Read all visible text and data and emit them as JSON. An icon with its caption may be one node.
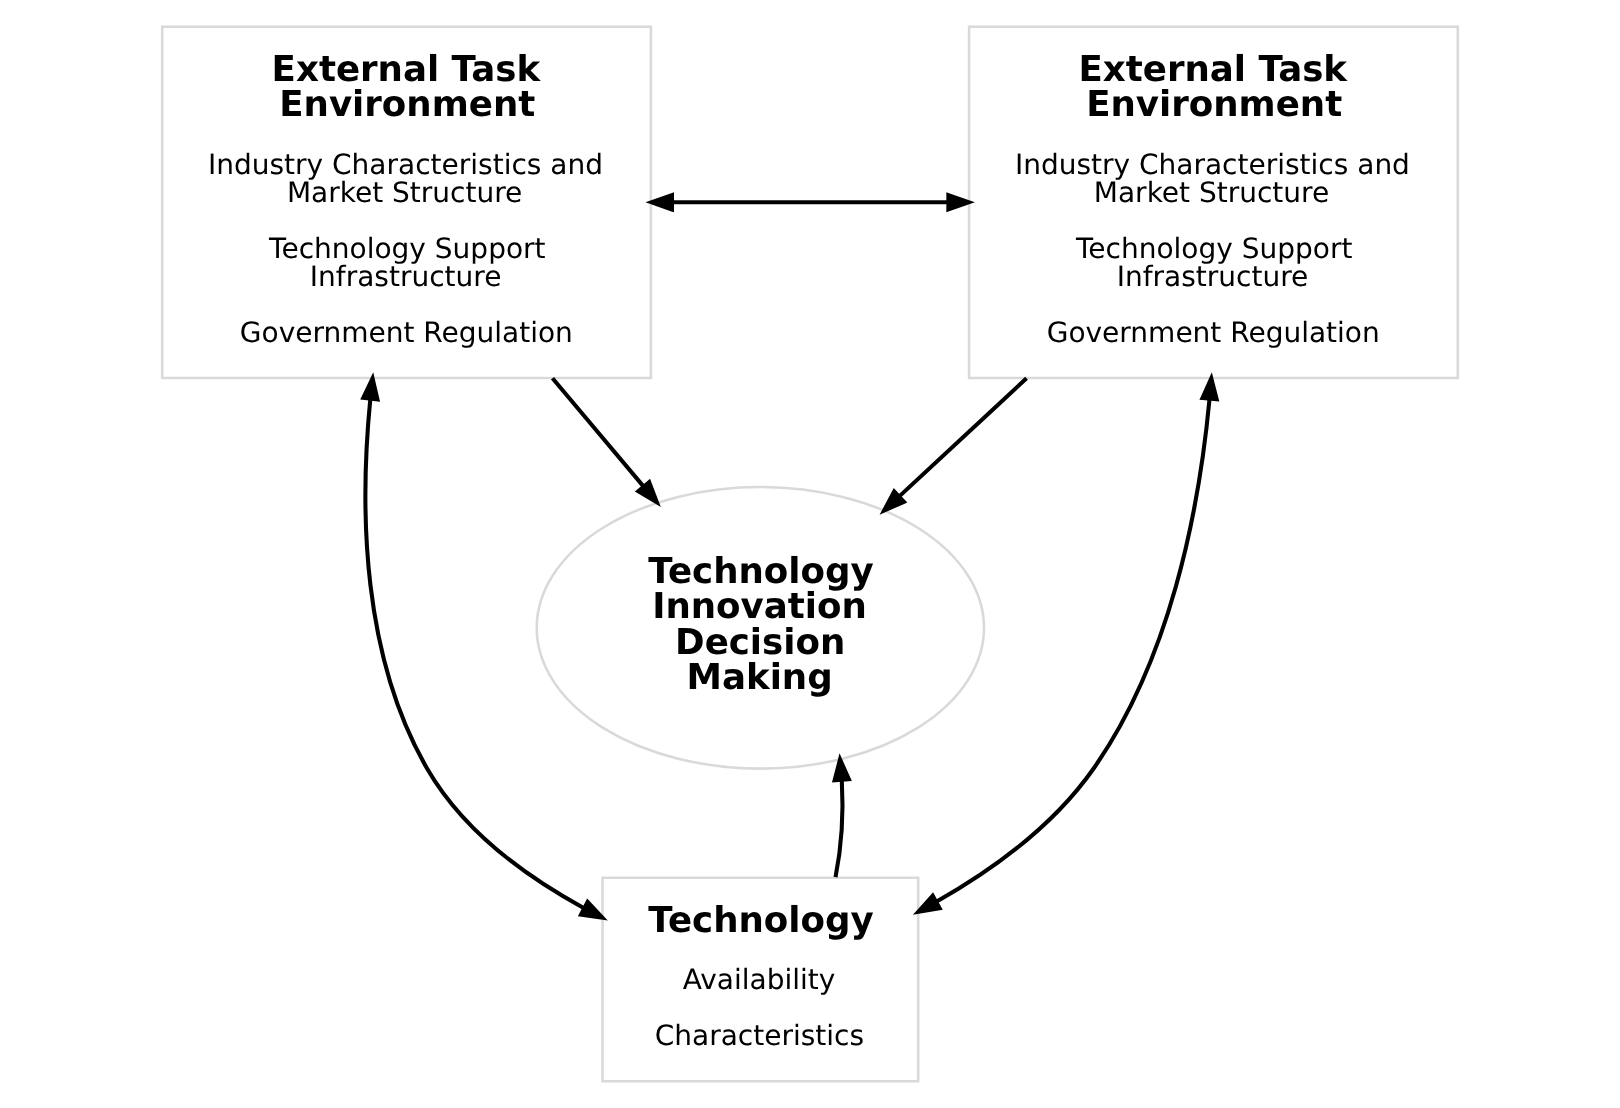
{
  "diagram": {
    "nodes": [
      {
        "text": [
          "External Task Environment",
          "Industry Characteristics and Market Structure",
          "Technology Support Infrastructure",
          "Government Regulation"
        ]
      },
      {
        "text": [
          "External Task Environment",
          "Industry Characteristics and Market Structure",
          "Technology Support Infrastructure",
          "Government Regulation"
        ]
      },
      {
        "text": [
          "Technology Innovation Decision Making"
        ]
      },
      {
        "text": [
          "Technology",
          "Availability",
          "Characteristics"
        ]
      }
    ],
    "edges": [
      {
        "from": 0,
        "to": 1,
        "arrow": "both"
      },
      {
        "from": 0,
        "to": 2,
        "arrow": "to"
      },
      {
        "from": 1,
        "to": 2,
        "arrow": "to"
      },
      {
        "from": 3,
        "to": 2,
        "arrow": "to"
      },
      {
        "from": 0,
        "to": 3,
        "arrow": "both"
      },
      {
        "from": 1,
        "to": 3,
        "arrow": "both"
      }
    ]
  }
}
